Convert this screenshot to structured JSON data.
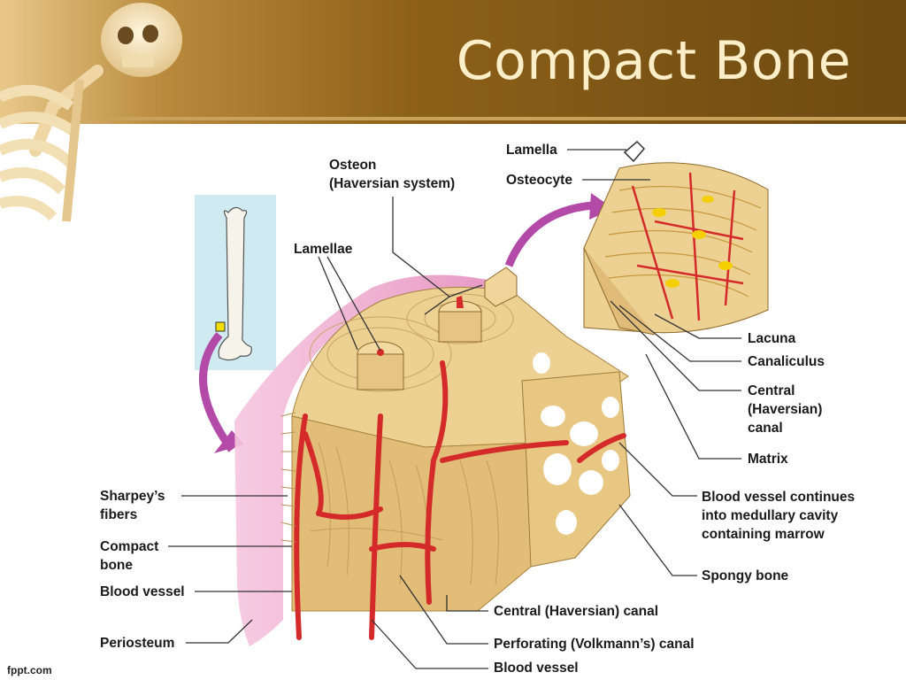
{
  "slide": {
    "title": "Compact Bone",
    "footer": "fppt.com"
  },
  "diagram": {
    "labels": {
      "osteon": "Osteon\n(Haversian system)",
      "lamella": "Lamella",
      "osteocyte": "Osteocyte",
      "lamellae": "Lamellae",
      "lacuna": "Lacuna",
      "canaliculus": "Canaliculus",
      "central_canal_right": "Central\n(Haversian)\ncanal",
      "matrix": "Matrix",
      "blood_vessel_continues": "Blood vessel continues\ninto medullary cavity\ncontaining marrow",
      "spongy_bone": "Spongy bone",
      "sharpeys_fibers": "Sharpey’s\nfibers",
      "compact_bone": "Compact\nbone",
      "blood_vessel_left": "Blood vessel",
      "periosteum": "Periosteum",
      "central_canal_bottom": "Central (Haversian) canal",
      "perforating_canal": "Perforating (Volkmann’s) canal",
      "blood_vessel_bottom": "Blood vessel"
    }
  },
  "colors": {
    "banner_dark": "#7a5314",
    "title_text": "#fbeec8",
    "bone": "#e8c883",
    "blood_vessel": "#d42a2a",
    "periosteum": "#e6a0c8",
    "arrow": "#b44aa8"
  }
}
